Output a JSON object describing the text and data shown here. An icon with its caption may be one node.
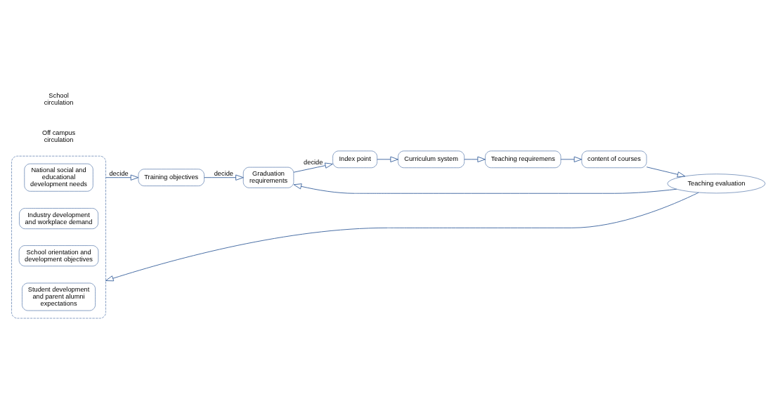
{
  "diagram": {
    "nodes": [
      {
        "text": [],
        "shape": "box"
      },
      {
        "text": [
          "National social and educational development needs"
        ],
        "in": 0
      },
      {
        "text": [
          "Industry development and workplace demand"
        ],
        "in": 0
      },
      {
        "text": [
          "School orientation and development objectives"
        ],
        "in": 0
      },
      {
        "text": [
          "Student development and parent alumni expectations"
        ],
        "in": 0
      },
      {
        "text": [
          "Training objectives"
        ]
      },
      {
        "text": [
          "Graduation requirements"
        ]
      },
      {
        "text": [
          "Index point"
        ]
      },
      {
        "text": [
          "Curriculum system"
        ]
      },
      {
        "text": [
          "Teaching requiremens"
        ]
      },
      {
        "text": [
          "content of courses"
        ]
      },
      {
        "text": [
          "Teaching evaluation"
        ]
      }
    ],
    "edges": [
      {
        "from": 0,
        "to": 5,
        "arrow": "to",
        "label": "decide"
      },
      {
        "from": 5,
        "to": 6,
        "arrow": "to",
        "label": "decide"
      },
      {
        "from": 6,
        "to": 7,
        "arrow": "to",
        "label": "decide"
      },
      {
        "from": 7,
        "to": 8,
        "arrow": "to"
      },
      {
        "from": 8,
        "to": 9,
        "arrow": "to"
      },
      {
        "from": 9,
        "to": 10,
        "arrow": "to"
      },
      {
        "from": 10,
        "to": 11,
        "arrow": "to"
      },
      {
        "from": 11,
        "to": 6,
        "arrow": "to"
      },
      {
        "from": 11,
        "to": 0,
        "arrow": "to"
      }
    ],
    "labels": [
      "Off campus circulation",
      "School circulation"
    ]
  }
}
